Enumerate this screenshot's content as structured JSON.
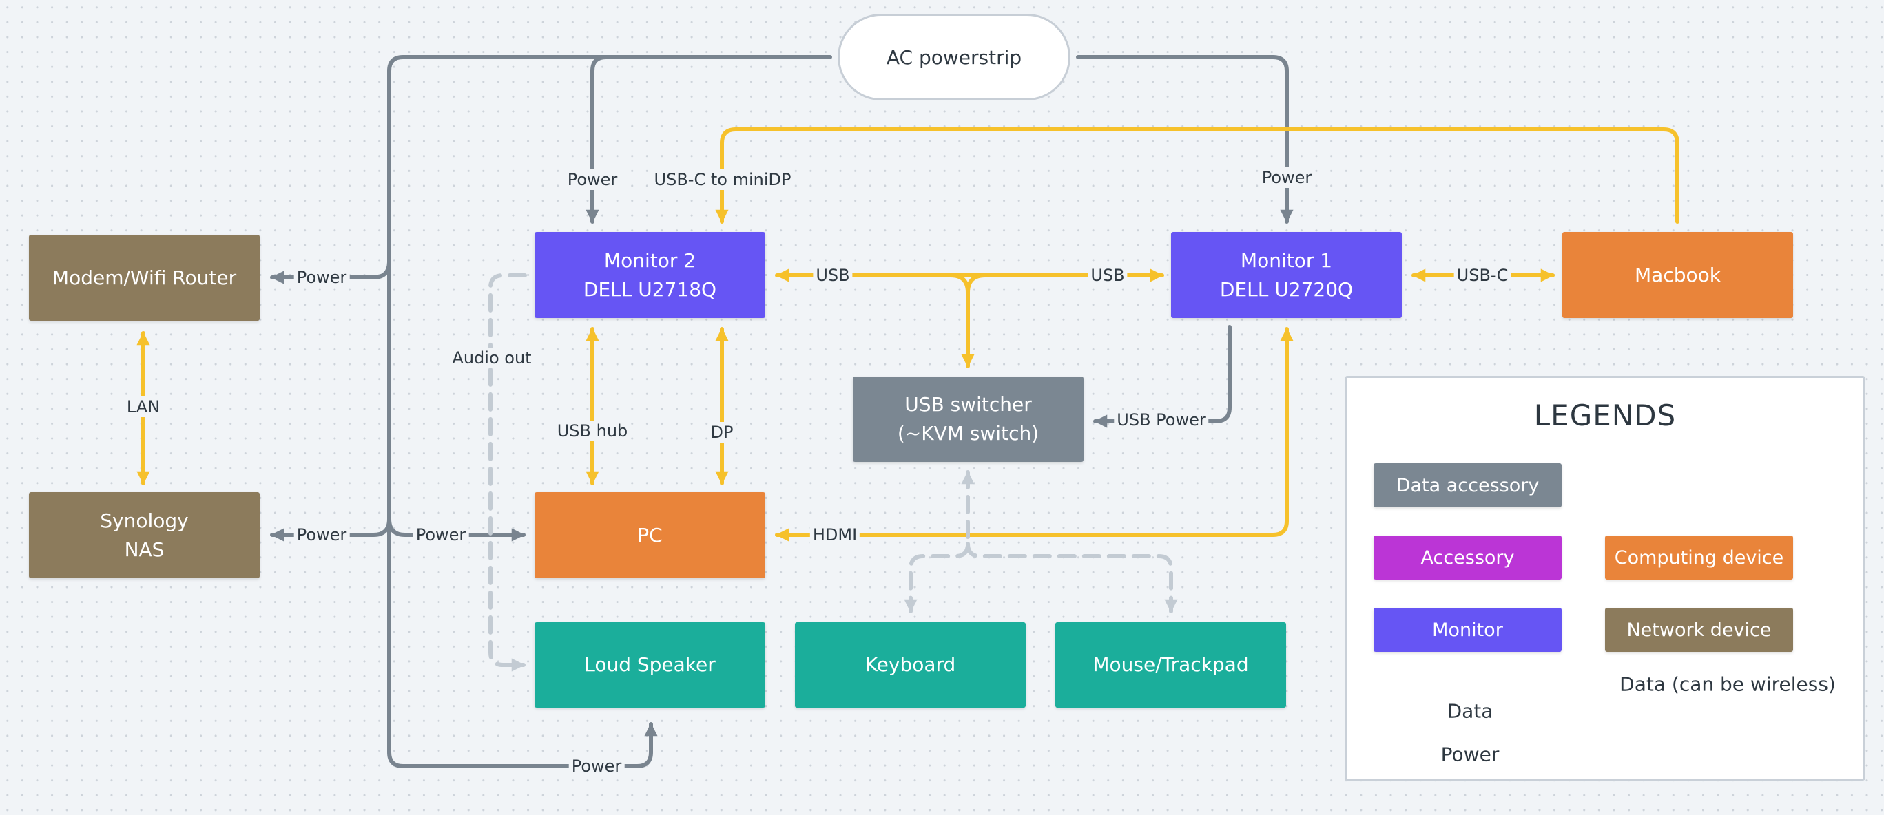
{
  "colors": {
    "data": "#f6c12b",
    "power": "#79848f",
    "wireless": "#c3cbd3",
    "monitor": "#6655f4",
    "network": "#8c7b5c",
    "computing": "#e9843a",
    "peripheral": "#1bae9b",
    "data_accessory": "#7b8792",
    "accessory": "#bb35d6"
  },
  "nodes": {
    "powerstrip": "AC powerstrip",
    "router": "Modem/Wifi Router",
    "nas": [
      "Synology",
      "NAS"
    ],
    "monitor2": [
      "Monitor 2",
      "DELL U2718Q"
    ],
    "monitor1": [
      "Monitor 1",
      "DELL U2720Q"
    ],
    "macbook": "Macbook",
    "usb_switcher": [
      "USB switcher",
      "(~KVM switch)"
    ],
    "pc": "PC",
    "speaker": "Loud Speaker",
    "keyboard": "Keyboard",
    "mouse": "Mouse/Trackpad"
  },
  "edge_labels": {
    "power_router": "Power",
    "power_nas": "Power",
    "power_pc": "Power",
    "power_monitor2": "Power",
    "power_monitor1": "Power",
    "power_speaker": "Power",
    "lan": "LAN",
    "audio_out": "Audio out",
    "usbc_minidp": "USB-C to miniDP",
    "usb_left": "USB",
    "usb_right": "USB",
    "usbc_macbook": "USB-C",
    "usb_hub": "USB hub",
    "dp": "DP",
    "usb_power": "USB Power",
    "hdmi": "HDMI"
  },
  "legend": {
    "title": "LEGENDS",
    "data_accessory": "Data accessory",
    "accessory": "Accessory",
    "computing_device": "Computing device",
    "monitor": "Monitor",
    "network_device": "Network device",
    "data": "Data",
    "data_wireless": "Data (can be wireless)",
    "power": "Power"
  }
}
